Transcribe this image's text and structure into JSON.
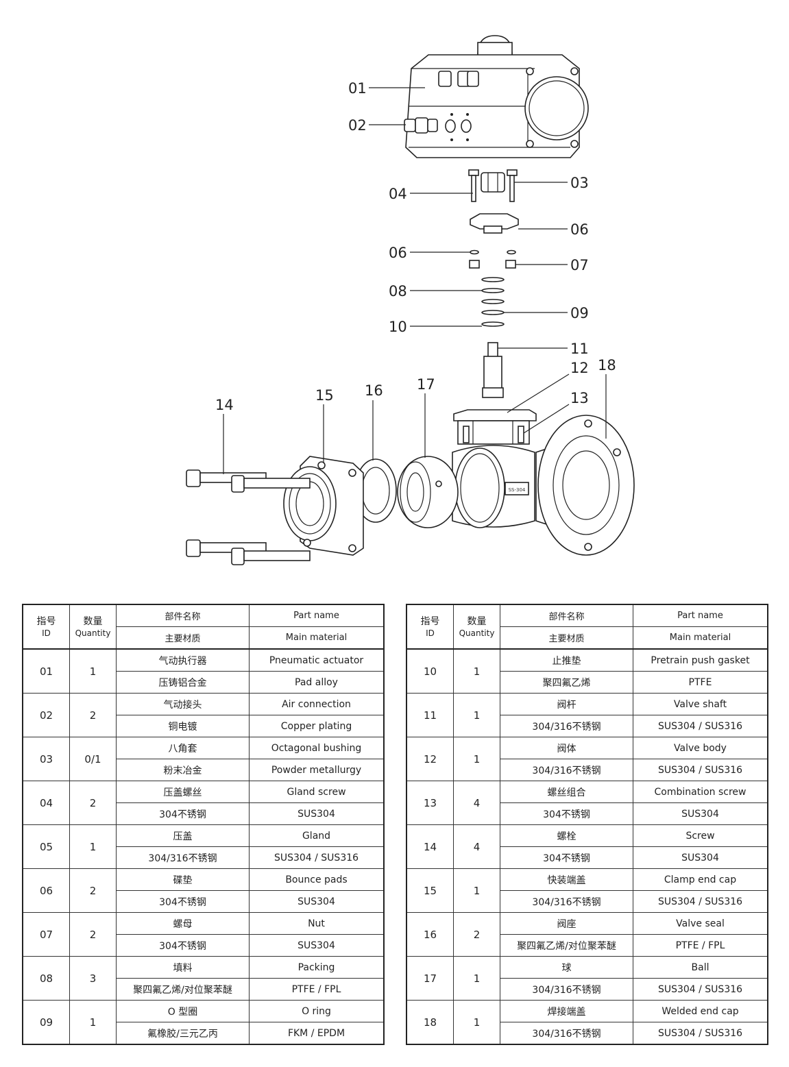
{
  "callouts": {
    "c01": "01",
    "c02": "02",
    "c03": "03",
    "c04": "04",
    "c06a": "06",
    "c06b": "06",
    "c07": "07",
    "c08": "08",
    "c09": "09",
    "c10": "10",
    "c11": "11",
    "c12": "12",
    "c13": "13",
    "c14": "14",
    "c15": "15",
    "c16": "16",
    "c17": "17",
    "c18": "18"
  },
  "valve_label": "SS-304",
  "table_header": {
    "id_cn": "指号",
    "id_en": "ID",
    "qty_cn": "数量",
    "qty_en": "Quantity",
    "name_cn": "部件名称",
    "name_en": "Part name",
    "mat_cn": "主要材质",
    "mat_en": "Main material"
  },
  "parts_left": [
    {
      "id": "01",
      "qty": "1",
      "name_cn": "气动执行器",
      "name_en": "Pneumatic actuator",
      "mat_cn": "压铸铝合金",
      "mat_en": "Pad alloy"
    },
    {
      "id": "02",
      "qty": "2",
      "name_cn": "气动接头",
      "name_en": "Air connection",
      "mat_cn": "铜电镀",
      "mat_en": "Copper plating"
    },
    {
      "id": "03",
      "qty": "0/1",
      "name_cn": "八角套",
      "name_en": "Octagonal bushing",
      "mat_cn": "粉末冶金",
      "mat_en": "Powder metallurgy"
    },
    {
      "id": "04",
      "qty": "2",
      "name_cn": "压盖螺丝",
      "name_en": "Gland screw",
      "mat_cn": "304不锈钢",
      "mat_en": "SUS304"
    },
    {
      "id": "05",
      "qty": "1",
      "name_cn": "压盖",
      "name_en": "Gland",
      "mat_cn": "304/316不锈钢",
      "mat_en": "SUS304 / SUS316"
    },
    {
      "id": "06",
      "qty": "2",
      "name_cn": "碟垫",
      "name_en": "Bounce pads",
      "mat_cn": "304不锈钢",
      "mat_en": "SUS304"
    },
    {
      "id": "07",
      "qty": "2",
      "name_cn": "螺母",
      "name_en": "Nut",
      "mat_cn": "304不锈钢",
      "mat_en": "SUS304"
    },
    {
      "id": "08",
      "qty": "3",
      "name_cn": "填料",
      "name_en": "Packing",
      "mat_cn": "聚四氟乙烯/对位聚苯醚",
      "mat_en": "PTFE / FPL"
    },
    {
      "id": "09",
      "qty": "1",
      "name_cn": "O 型圈",
      "name_en": "O ring",
      "mat_cn": "氟橡胶/三元乙丙",
      "mat_en": "FKM / EPDM"
    }
  ],
  "parts_right": [
    {
      "id": "10",
      "qty": "1",
      "name_cn": "止推垫",
      "name_en": "Pretrain push gasket",
      "mat_cn": "聚四氟乙烯",
      "mat_en": "PTFE"
    },
    {
      "id": "11",
      "qty": "1",
      "name_cn": "阀杆",
      "name_en": "Valve shaft",
      "mat_cn": "304/316不锈钢",
      "mat_en": "SUS304 / SUS316"
    },
    {
      "id": "12",
      "qty": "1",
      "name_cn": "阀体",
      "name_en": "Valve body",
      "mat_cn": "304/316不锈钢",
      "mat_en": "SUS304 / SUS316"
    },
    {
      "id": "13",
      "qty": "4",
      "name_cn": "螺丝组合",
      "name_en": "Combination screw",
      "mat_cn": "304不锈钢",
      "mat_en": "SUS304"
    },
    {
      "id": "14",
      "qty": "4",
      "name_cn": "螺栓",
      "name_en": "Screw",
      "mat_cn": "304不锈钢",
      "mat_en": "SUS304"
    },
    {
      "id": "15",
      "qty": "1",
      "name_cn": "快装端盖",
      "name_en": "Clamp end cap",
      "mat_cn": "304/316不锈钢",
      "mat_en": "SUS304 / SUS316"
    },
    {
      "id": "16",
      "qty": "2",
      "name_cn": "阀座",
      "name_en": "Valve seal",
      "mat_cn": "聚四氟乙烯/对位聚苯醚",
      "mat_en": "PTFE / FPL"
    },
    {
      "id": "17",
      "qty": "1",
      "name_cn": "球",
      "name_en": "Ball",
      "mat_cn": "304/316不锈钢",
      "mat_en": "SUS304 / SUS316"
    },
    {
      "id": "18",
      "qty": "1",
      "name_cn": "焊接端盖",
      "name_en": "Welded end cap",
      "mat_cn": "304/316不锈钢",
      "mat_en": "SUS304 / SUS316"
    }
  ]
}
